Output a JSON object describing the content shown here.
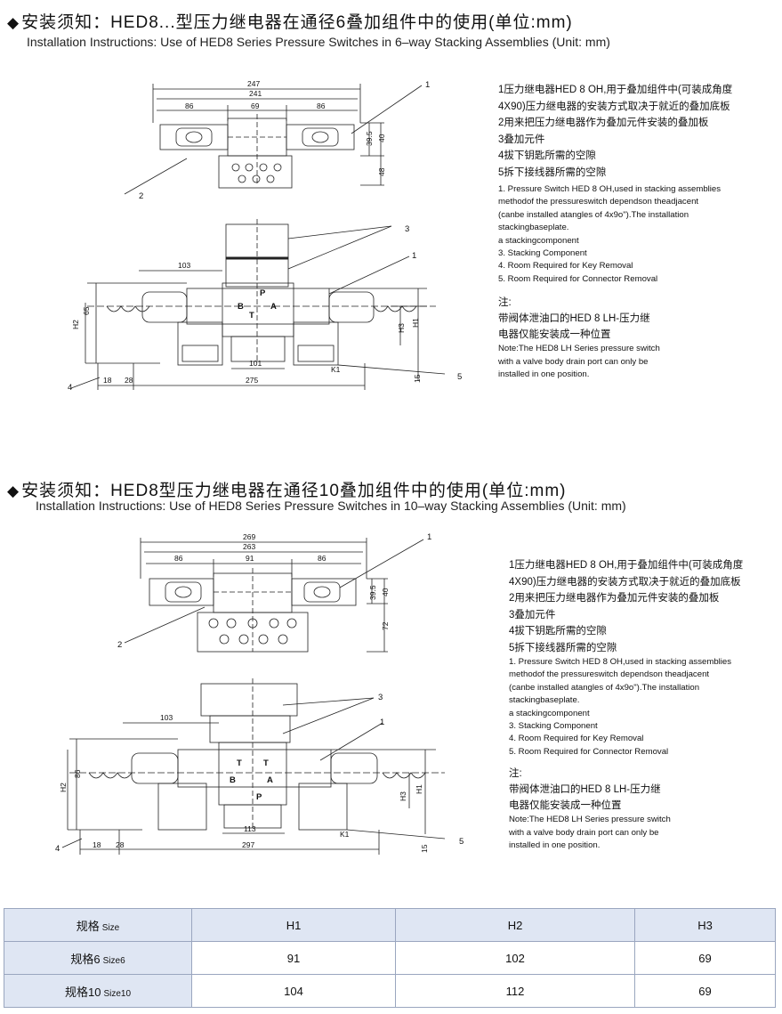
{
  "section1": {
    "title_cn": "安装须知：HED8...型压力继电器在通径6叠加组件中的使用(单位:mm)",
    "title_en": "Installation Instructions: Use of HED8 Series Pressure Switches in 6–way Stacking Assemblies (Unit: mm)",
    "legend_cn": [
      "1压力继电器HED 8 OH,用于叠加组件中(可装成角度",
      "4X90)压力继电器的安装方式取决于就近的叠加底板",
      "2用来把压力继电器作为叠加元件安装的叠加板",
      "3叠加元件",
      "4拔下钥匙所需的空隙",
      "5拆下接线器所需的空隙"
    ],
    "legend_en": [
      "1. Pressure Switch HED 8 OH,used in stacking assemblies",
      "methodof the pressureswitch dependson theadjacent",
      "(canbe installed atangles of 4x9o\").The installation",
      "stackingbaseplate.",
      "a stackingcomponent",
      "3. Stacking Component",
      "4. Room Required for Key Removal",
      "5. Room Required for Connector Removal"
    ],
    "note_label": "注:",
    "note_cn": [
      "带阀体泄油口的HED 8 LH-压力继",
      "电器仅能安装成一种位置"
    ],
    "note_en": [
      "Note:The HED8 LH Series pressure switch",
      "with a valve body drain port can only be",
      "installed in one position."
    ],
    "dims": {
      "d247": "247",
      "d241": "241",
      "d86a": "86",
      "d69": "69",
      "d86b": "86",
      "d39": "39.5",
      "d40": "40",
      "d48": "48",
      "d103": "103",
      "d65": "65",
      "d101": "101",
      "d275": "275",
      "d18": "18",
      "d28": "28",
      "d15": "15"
    },
    "labels": {
      "H1": "H1",
      "H2": "H2",
      "H3": "H3",
      "K1": "K1",
      "P": "P",
      "T": "T",
      "A": "A",
      "B": "B"
    },
    "callouts": {
      "c1": "1",
      "c2": "2",
      "c3": "3",
      "c4": "4",
      "c5": "5"
    }
  },
  "section2": {
    "title_cn": "安装须知：HED8型压力继电器在通径10叠加组件中的使用(单位:mm)",
    "title_en": "Installation Instructions: Use of HED8 Series Pressure Switches in 10–way Stacking Assemblies (Unit: mm)",
    "legend_cn": [
      "1压力继电器HED 8 OH,用于叠加组件中(可装成角度",
      "4X90)压力继电器的安装方式取决于就近的叠加底板",
      "2用来把压力继电器作为叠加元件安装的叠加板",
      "3叠加元件",
      "4拔下钥匙所需的空隙",
      "5拆下接线器所需的空隙"
    ],
    "legend_en": [
      "1. Pressure Switch HED 8 OH,used in stacking assemblies",
      "methodof the pressureswitch dependson theadjacent",
      "(canbe installed atangles of 4x9o\").The installation",
      "stackingbaseplate.",
      "a stackingcomponent",
      "3. Stacking Component",
      "4. Room Required for Key Removal",
      "5. Room Required for Connector Removal"
    ],
    "note_label": "注:",
    "note_cn": [
      "带阀体泄油口的HED 8 LH-压力继",
      "电器仅能安装成一种位置"
    ],
    "note_en": [
      "Note:The HED8 LH Series pressure switch",
      "with a valve body drain port can only be",
      "installed in one position."
    ],
    "dims": {
      "d269": "269",
      "d263": "263",
      "d86a": "86",
      "d91": "91",
      "d86b": "86",
      "d39": "39.5",
      "d40": "40",
      "d72": "72",
      "d103": "103",
      "d86c": "86",
      "d113": "113",
      "d297": "297",
      "d18": "18",
      "d28": "28",
      "d15": "15"
    },
    "labels": {
      "H1": "H1",
      "H2": "H2",
      "H3": "H3",
      "K1": "K1",
      "P": "P",
      "T": "T",
      "A": "A",
      "B": "B"
    },
    "callouts": {
      "c1": "1",
      "c2": "2",
      "c3": "3",
      "c4": "4",
      "c5": "5"
    }
  },
  "table": {
    "headers": [
      "规格",
      "H1",
      "H2",
      "H3"
    ],
    "header_sub": "Size",
    "rows": [
      {
        "label": "规格6",
        "sub": "Size6",
        "H1": "91",
        "H2": "102",
        "H3": "69"
      },
      {
        "label": "规格10",
        "sub": "Size10",
        "H1": "104",
        "H2": "112",
        "H3": "69"
      }
    ]
  }
}
